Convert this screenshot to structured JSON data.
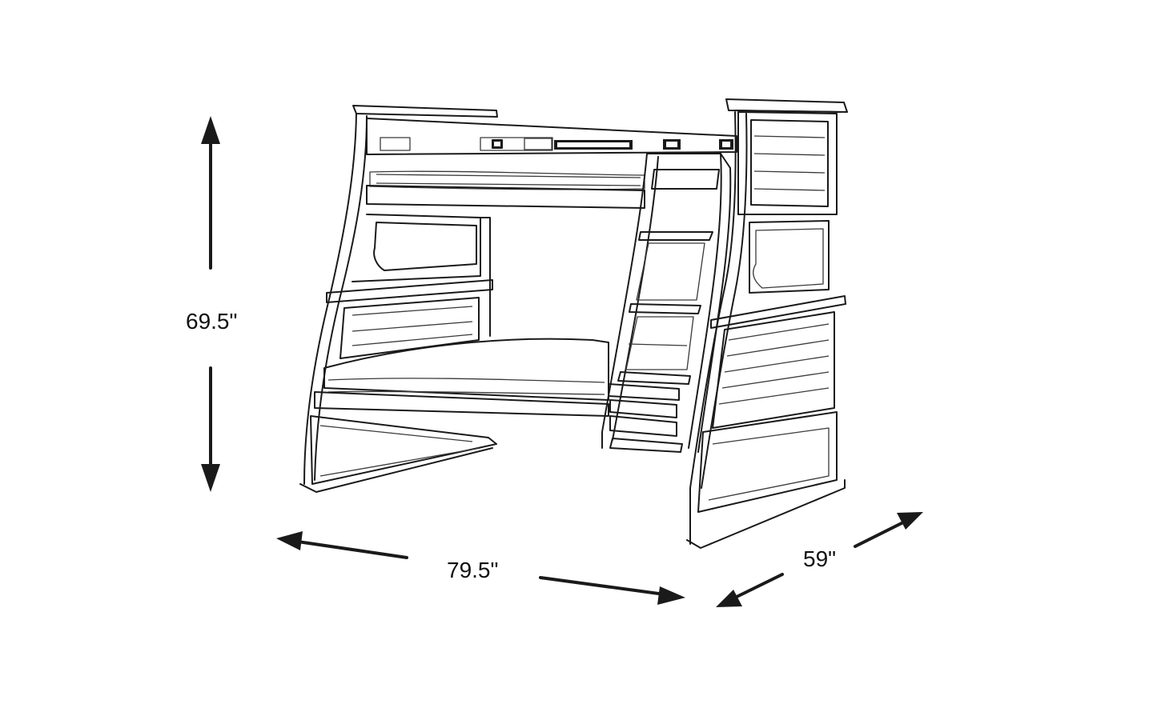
{
  "dimensions": {
    "height": "69.5\"",
    "width": "79.5\"",
    "depth": "59\""
  },
  "colors": {
    "line": "#1a1a1a",
    "background": "#ffffff"
  }
}
